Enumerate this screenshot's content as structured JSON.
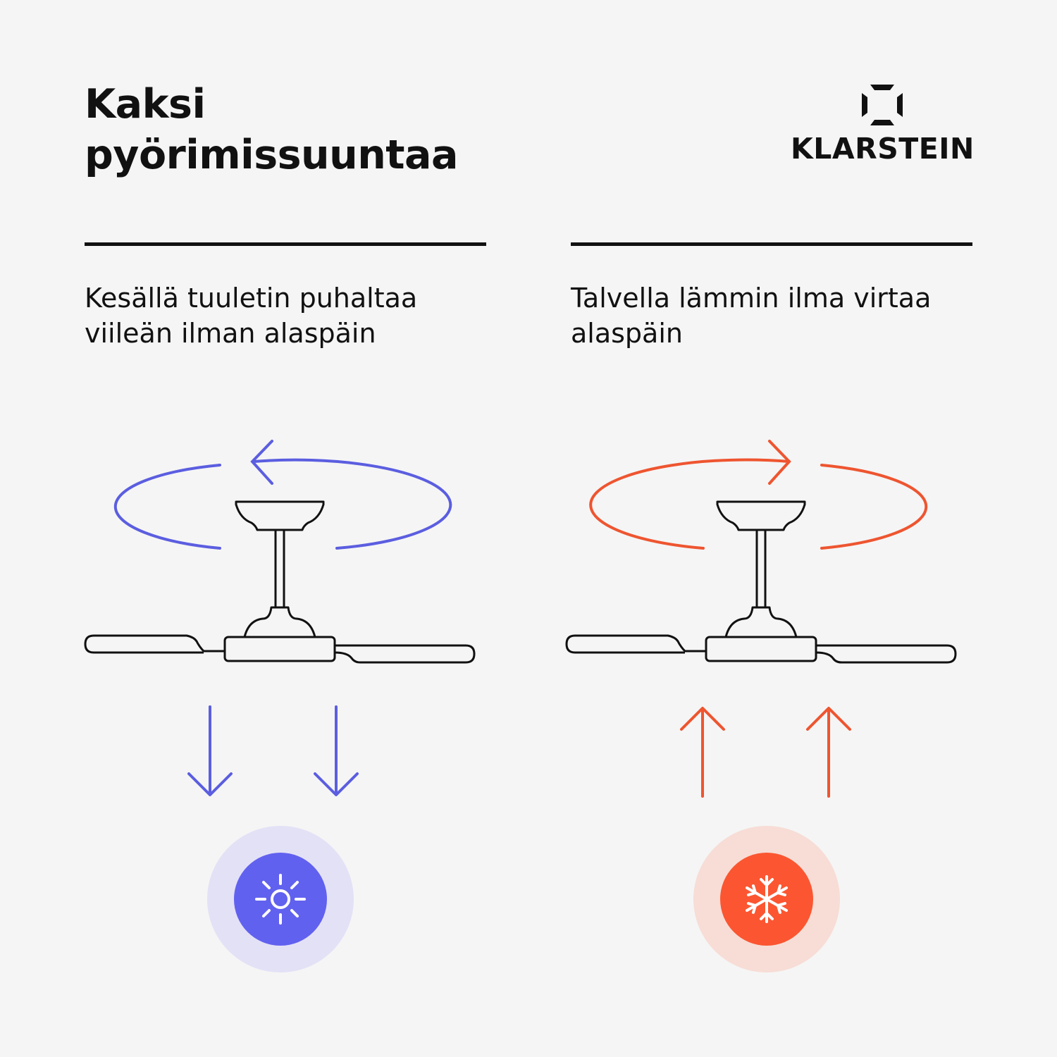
{
  "header": {
    "title_line1": "Kaksi",
    "title_line2": "pyörimissuuntaa",
    "brand": "KLARSTEIN"
  },
  "summer": {
    "caption_line1": "Kesällä tuuletin puhaltaa",
    "caption_line2": "viileän ilman alaspäin",
    "color": "#5b5ee0",
    "badge_color": "#6161ef",
    "badge_halo": "#e3e1f6",
    "icon": "sun-icon"
  },
  "winter": {
    "caption_line1": "Talvella lämmin ilma virtaa",
    "caption_line2": "alaspäin",
    "color": "#ee5530",
    "badge_color": "#fb5631",
    "badge_halo": "#f7ddd6",
    "icon": "snowflake-icon"
  }
}
